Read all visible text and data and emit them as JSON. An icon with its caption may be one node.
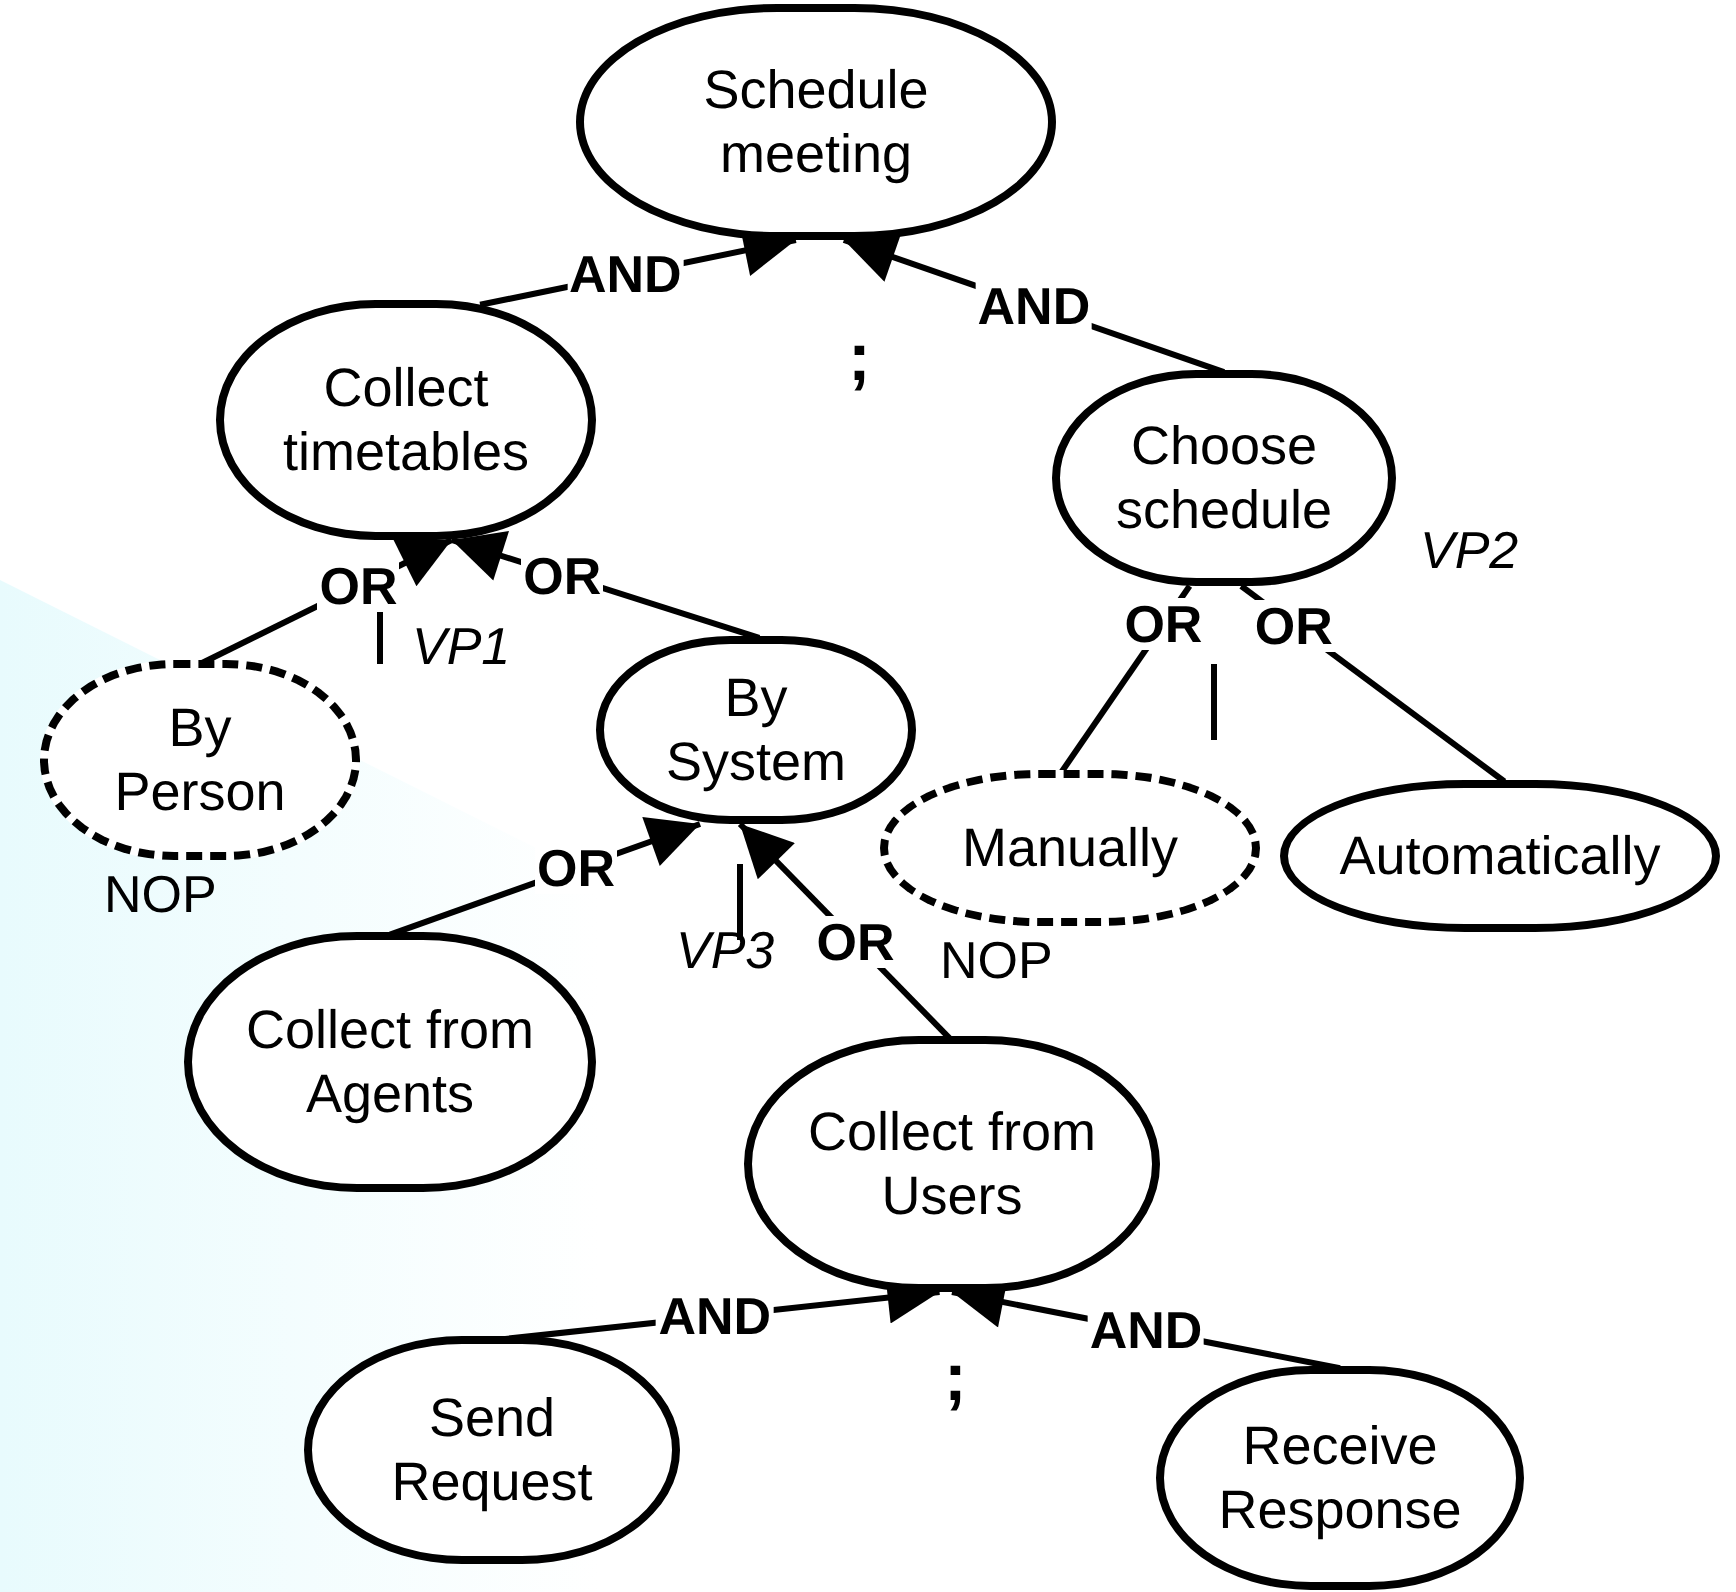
{
  "diagram": {
    "nodes": [
      {
        "text": [
          "Schedule meeting"
        ]
      },
      {
        "text": [
          "Collect timetables"
        ]
      },
      {
        "text": [
          "Choose schedule"
        ]
      },
      {
        "text": [
          "By Person"
        ],
        "beside": [
          "NOP"
        ]
      },
      {
        "text": [
          "By System"
        ]
      },
      {
        "text": [
          "Manually"
        ],
        "beside": [
          "NOP"
        ]
      },
      {
        "text": [
          "Automatically"
        ]
      },
      {
        "text": [
          "Collect from Agents"
        ]
      },
      {
        "text": [
          "Collect from Users"
        ]
      },
      {
        "text": [
          "Send Request"
        ]
      },
      {
        "text": [
          "Receive Response"
        ]
      }
    ],
    "edges": [
      {
        "from": 1,
        "to": 0,
        "arrow": "to",
        "label": "AND"
      },
      {
        "from": 2,
        "to": 0,
        "arrow": "to",
        "label": "AND"
      },
      {
        "from": 3,
        "to": 1,
        "arrow": "to",
        "label": "OR"
      },
      {
        "from": 4,
        "to": 1,
        "arrow": "to",
        "label": "OR"
      },
      {
        "from": 5,
        "to": 2,
        "arrow": "none",
        "label": "OR"
      },
      {
        "from": 6,
        "to": 2,
        "arrow": "none",
        "label": "OR"
      },
      {
        "from": 7,
        "to": 4,
        "arrow": "to",
        "label": "OR"
      },
      {
        "from": 8,
        "to": 4,
        "arrow": "to",
        "label": "OR"
      },
      {
        "from": 9,
        "to": 8,
        "arrow": "to",
        "label": "AND"
      },
      {
        "from": 10,
        "to": 8,
        "arrow": "to",
        "label": "AND"
      }
    ],
    "labels": [
      ";",
      "VP1",
      "VP2",
      "VP3",
      ";"
    ]
  }
}
